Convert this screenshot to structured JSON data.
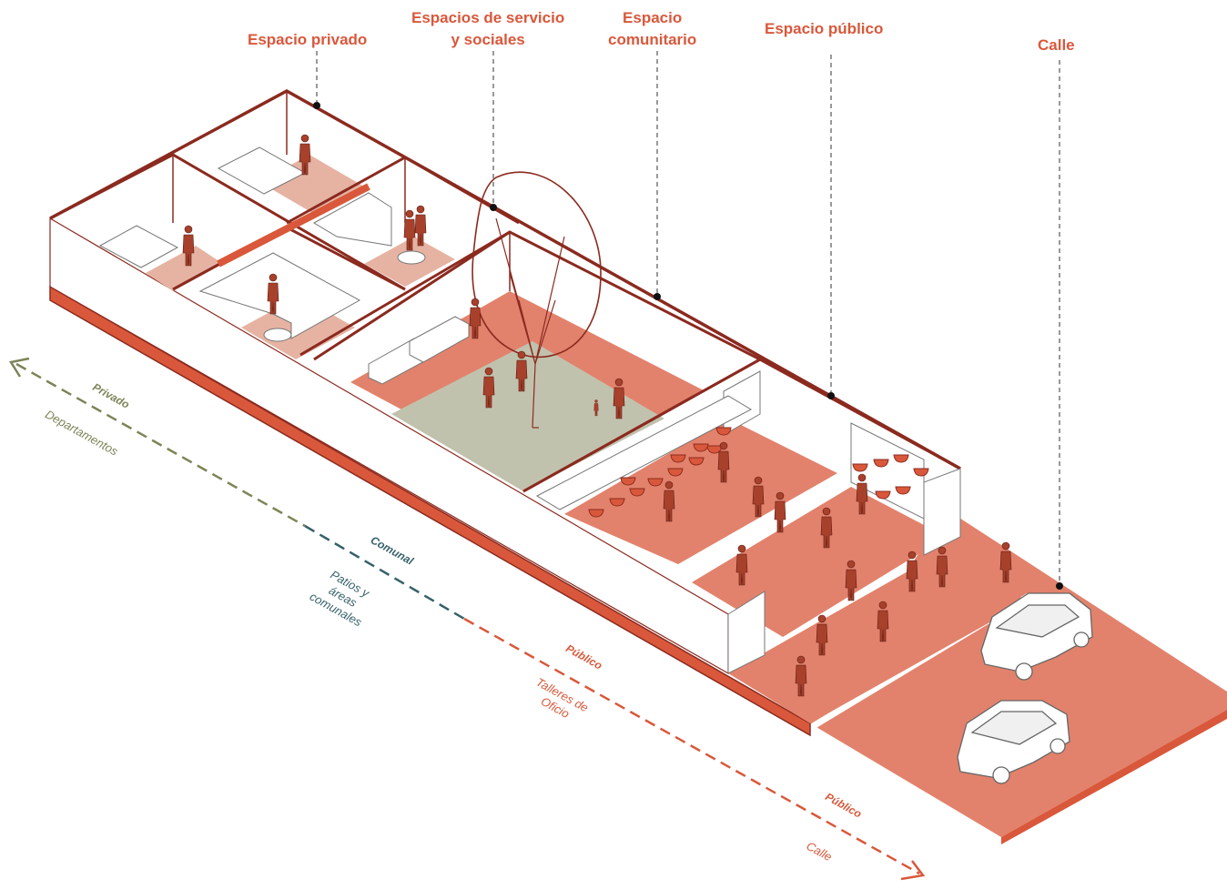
{
  "colors": {
    "accent": "#d9583b",
    "brick": "#8b2a1f",
    "terracotta": "#e2826c",
    "floor_light": "#e6b3a3",
    "patio_green": "#c1c2ad",
    "privado": "#7d8457",
    "comunal": "#36616a",
    "publico": "#d9583b"
  },
  "top_labels": [
    {
      "id": "privado",
      "lines": [
        "Espacio privado"
      ]
    },
    {
      "id": "servicio",
      "lines": [
        "Espacios de servicio",
        "y sociales"
      ]
    },
    {
      "id": "comunitario",
      "lines": [
        "Espacio",
        "comunitario"
      ]
    },
    {
      "id": "publico",
      "lines": [
        "Espacio público"
      ]
    },
    {
      "id": "calle",
      "lines": [
        "Calle"
      ]
    }
  ],
  "axis_labels": [
    {
      "id": "privado",
      "zone": "Privado",
      "desc": [
        "Departamentos"
      ]
    },
    {
      "id": "comunal",
      "zone": "Comunal",
      "desc": [
        "Patios y",
        "áreas",
        "comunales"
      ]
    },
    {
      "id": "publico1",
      "zone": "Público",
      "desc": [
        "Talleres de",
        "Oficio"
      ]
    },
    {
      "id": "publico2",
      "zone": "Público",
      "desc": [
        "Calle"
      ]
    }
  ]
}
